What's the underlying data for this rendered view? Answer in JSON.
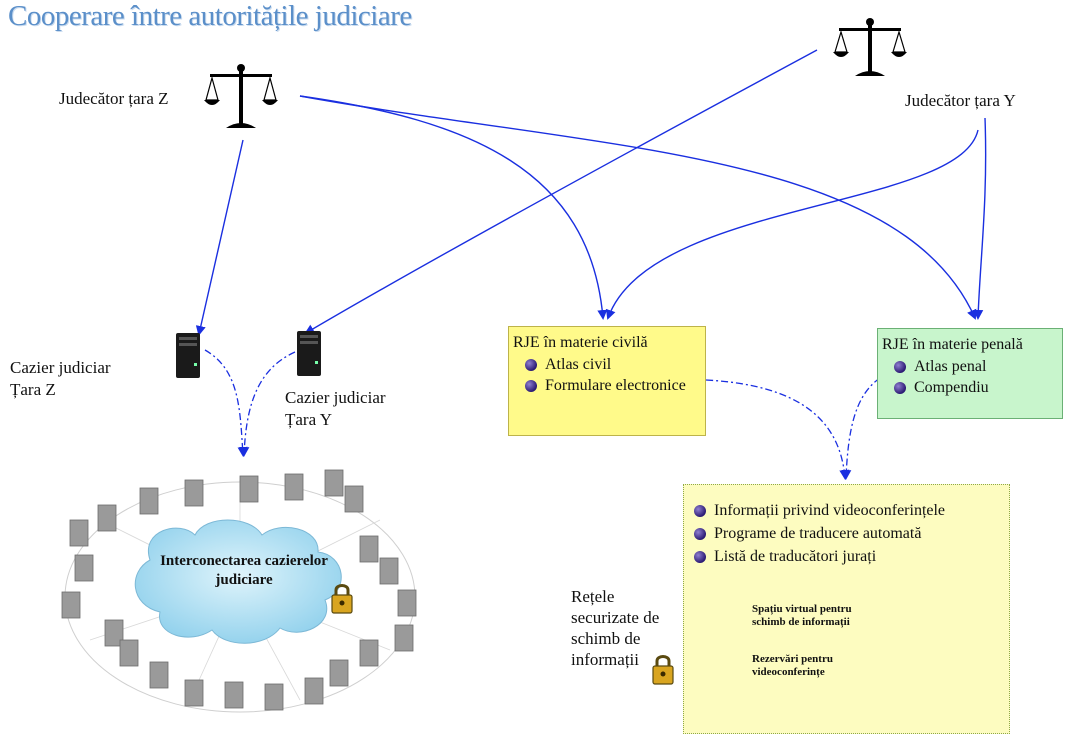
{
  "title": "Cooperare între autoritățile judiciare",
  "judge_z": "Judecător țara Z",
  "judge_y": "Judecător țara Y",
  "registry_z": [
    "Cazier judiciar",
    "Țara Z"
  ],
  "registry_y": [
    "Cazier judiciar",
    "Țara Y"
  ],
  "civil_box": {
    "title": "RJE în materie civilă",
    "items": [
      "Atlas civil",
      "Formulare electronice"
    ]
  },
  "penal_box": {
    "title": "RJE în materie penală",
    "items": [
      "Atlas penal",
      "Compendiu"
    ]
  },
  "info_box": {
    "items": [
      "Informații privind videoconferințele",
      "Programe de traducere automată",
      "Listă de traducători jurați"
    ],
    "cloud_lines_1": [
      "Spațiu virtual pentru",
      "schimb de informații"
    ],
    "cloud_lines_2": [
      "Rezervări pentru",
      "videoconferințe"
    ]
  },
  "network_label": [
    "Interconectarea cazierelor",
    "judiciare"
  ],
  "secure_networks": [
    "Rețele",
    "securizate de",
    "schimb de",
    "informații"
  ],
  "colors": {
    "arrow": "#1a2fe0",
    "title": "#5b8fc9",
    "civil_fill": "#fffa8a",
    "penal_fill": "#c8f5cc",
    "info_fill": "#fdfcc0",
    "cloud": "#b8e4f5"
  }
}
